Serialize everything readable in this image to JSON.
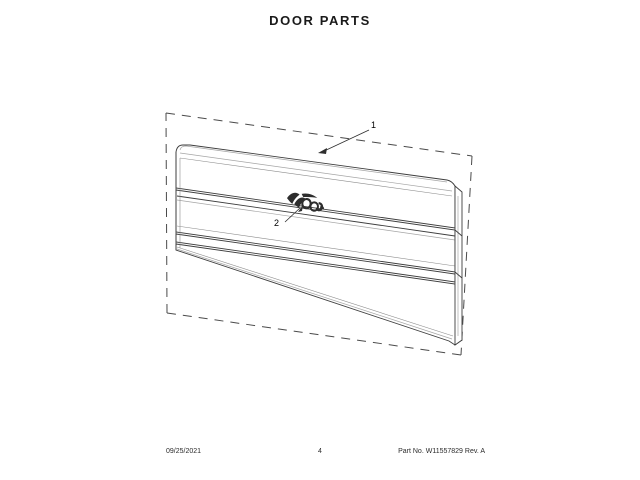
{
  "document": {
    "title": "DOOR PARTS"
  },
  "diagram": {
    "type": "exploded-parts-line-drawing",
    "subject": "microwave door panel assembly",
    "projection": "isometric",
    "callouts": [
      {
        "number": "1",
        "refers_to": "door-assembly-outline"
      },
      {
        "number": "2",
        "refers_to": "brand-nameplate-badge"
      }
    ],
    "badge": {
      "name": "whirlpool-nameplate",
      "style": "script-logo"
    },
    "colors": {
      "line": "#3a3a3a",
      "line_light": "#9a9a9a",
      "dashed_frame": "#4a4a4a",
      "badge": "#2a2a2a",
      "background": "#ffffff"
    }
  },
  "footer": {
    "date": "09/25/2021",
    "page": "4",
    "part_number": "Part No. W11557829  Rev. A"
  }
}
